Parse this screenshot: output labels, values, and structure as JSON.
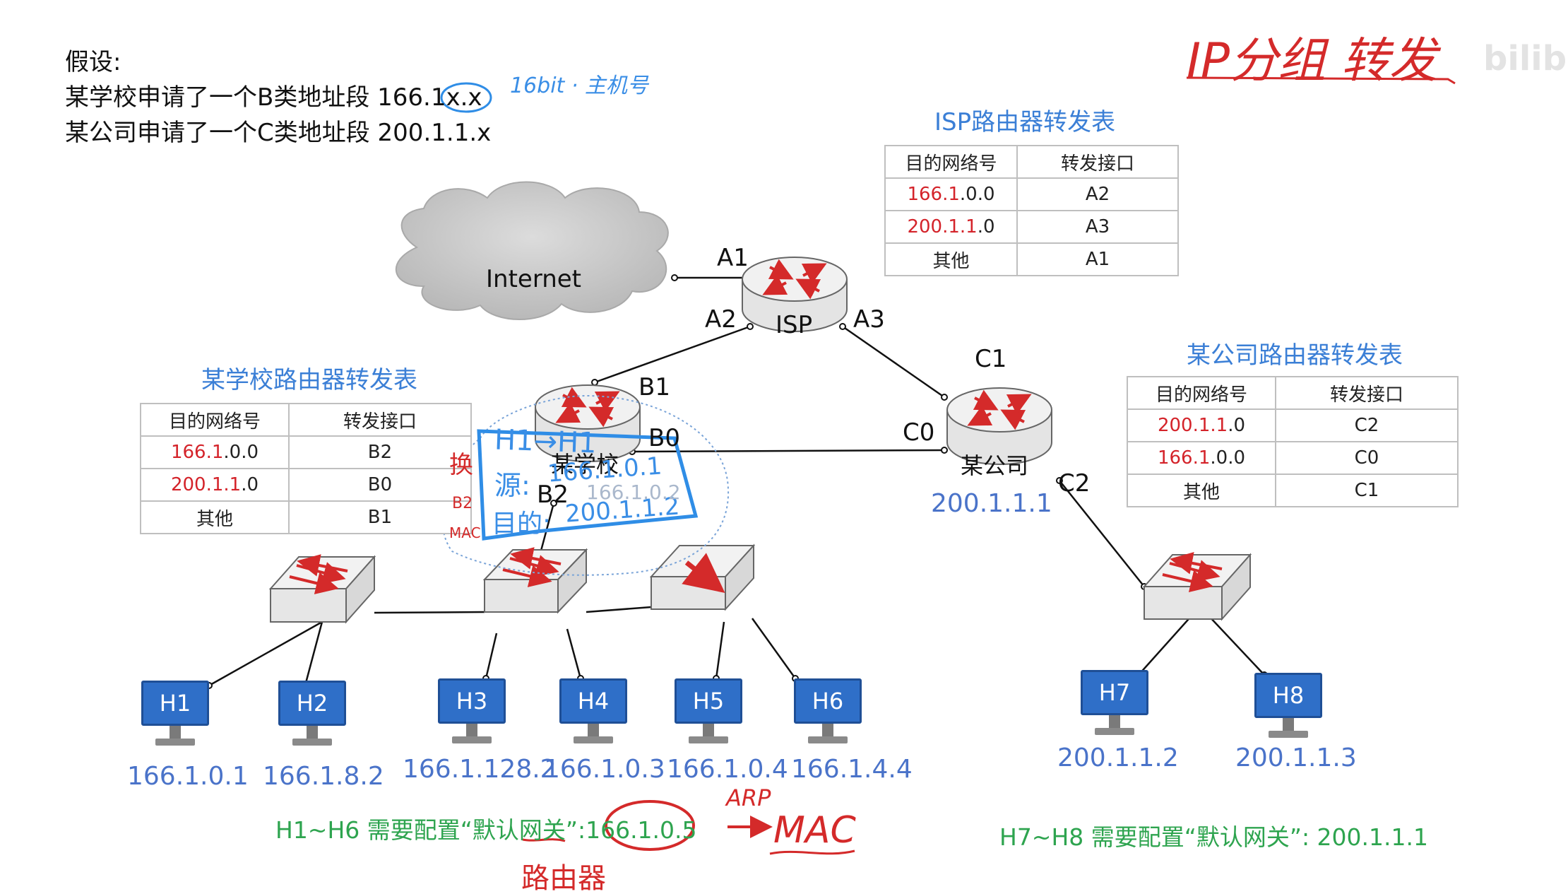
{
  "premise": {
    "heading": "假设:",
    "line1": "某学校申请了一个B类地址段 166.1",
    "line1_suffix": "x.x",
    "line2": "某公司申请了一个C类地址段 200.1.1.x"
  },
  "annotation_top": {
    "hostbits": "16bit · 主机号",
    "title": "IP分组 转发",
    "watermark": "bilib"
  },
  "cloud": {
    "label": "Internet"
  },
  "routers": {
    "isp": {
      "label": "ISP",
      "ports": [
        "A1",
        "A2",
        "A3"
      ]
    },
    "school": {
      "label": "某学校",
      "ports": [
        "B1",
        "B0",
        "B2"
      ]
    },
    "company": {
      "label": "某公司",
      "ports": [
        "C1",
        "C0",
        "C2"
      ],
      "ip": "200.1.1.1"
    }
  },
  "isp_table": {
    "title": "ISP路由器转发表",
    "headers": [
      "目的网络号",
      "转发接口"
    ],
    "rows": [
      {
        "net_red": "166.1",
        "net_rest": ".0.0",
        "iface": "A2"
      },
      {
        "net_red": "200.1.1",
        "net_rest": ".0",
        "iface": "A3"
      },
      {
        "net_red": "",
        "net_rest": "其他",
        "iface": "A1"
      }
    ]
  },
  "school_table": {
    "title": "某学校路由器转发表",
    "headers": [
      "目的网络号",
      "转发接口"
    ],
    "rows": [
      {
        "net_red": "166.1",
        "net_rest": ".0.0",
        "iface": "B2"
      },
      {
        "net_red": "200.1.1",
        "net_rest": ".0",
        "iface": "B0"
      },
      {
        "net_red": "",
        "net_rest": "其他",
        "iface": "B1"
      }
    ]
  },
  "company_table": {
    "title": "某公司路由器转发表",
    "headers": [
      "目的网络号",
      "转发接口"
    ],
    "rows": [
      {
        "net_red": "200.1.1",
        "net_rest": ".0",
        "iface": "C2"
      },
      {
        "net_red": "166.1",
        "net_rest": ".0.0",
        "iface": "C0"
      },
      {
        "net_red": "",
        "net_rest": "其他",
        "iface": "C1"
      }
    ]
  },
  "hosts": [
    {
      "name": "H1",
      "ip": "166.1.0.1"
    },
    {
      "name": "H2",
      "ip": "166.1.8.2"
    },
    {
      "name": "H3",
      "ip": "166.1.128.2"
    },
    {
      "name": "H4",
      "ip": "166.1.0.3"
    },
    {
      "name": "H5",
      "ip": "166.1.0.4"
    },
    {
      "name": "H6",
      "ip": "166.1.4.4"
    },
    {
      "name": "H7",
      "ip": "200.1.1.2"
    },
    {
      "name": "H8",
      "ip": "200.1.1.3"
    }
  ],
  "gateway_notes": {
    "school": "H1~H6 需要配置“默认网关”:",
    "school_gw": "166.1.0.5",
    "company": "H7~H8 需要配置“默认网关”: 200.1.1.1"
  },
  "handwriting": {
    "packet_title": "H1→H1",
    "src_label": "源:",
    "src_ip": "166.1.0.1",
    "dst_label": "目的:",
    "dst_ip": "200.1.1.2",
    "side_change": "换",
    "side_b2": "B2",
    "side_mac": "MAC",
    "arp": "ARP",
    "mac": "MAC",
    "router_word": "路由器",
    "faded_ip": "166.1.0.2"
  },
  "colors": {
    "table_title": "#3b7fd6",
    "ip_text": "#4a73c9",
    "gateway_text": "#2ea44f",
    "net_red": "#d4232a",
    "host_screen": "#2f6fc8"
  }
}
